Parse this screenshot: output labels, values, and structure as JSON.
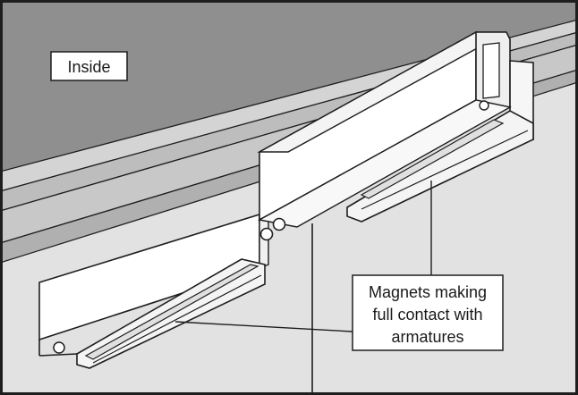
{
  "labels": {
    "location": "Inside",
    "callout": [
      "Magnets making",
      "full contact with",
      "armatures"
    ]
  },
  "colors": {
    "frame": "#1e1e1e",
    "ceiling": "#8f8f8f",
    "header_band_light": "#cdcdcd",
    "header_band_mid": "#b3b3b3",
    "wall": "#e2e2e2",
    "lock_body": "#ffffff",
    "outline": "#1e1e1e"
  }
}
